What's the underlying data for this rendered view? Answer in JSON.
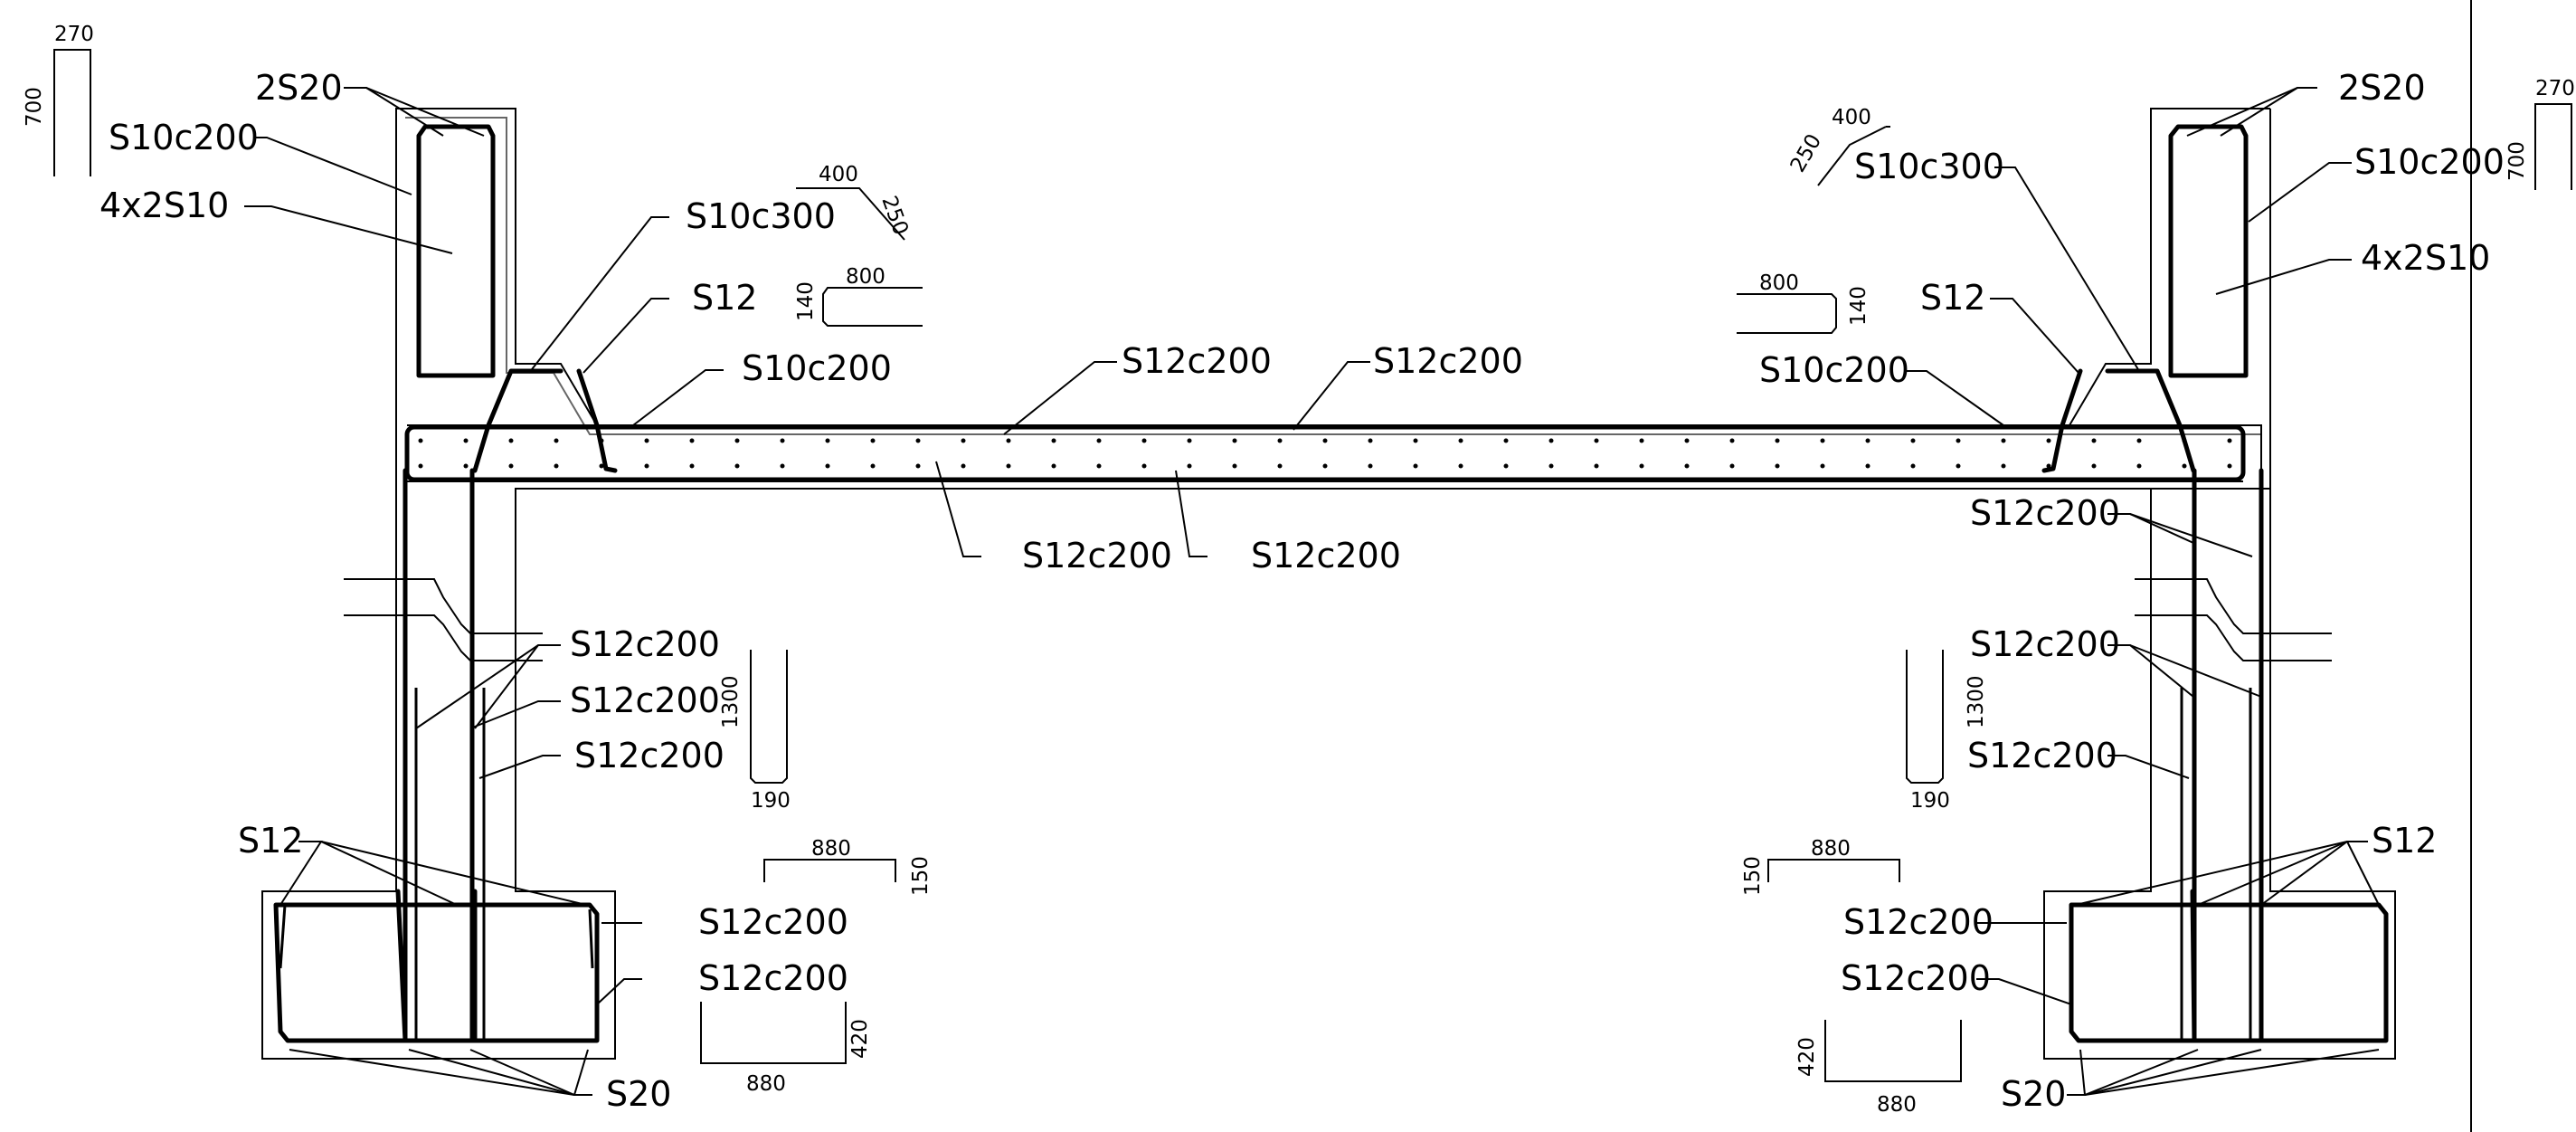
{
  "labels": {
    "l_2s20": "2S20",
    "l_s10c200_top": "S10c200",
    "l_4x2s10": "4x2S10",
    "l_s10c300": "S10c300",
    "l_s12": "S12",
    "l_s10c200_slab": "S10c200",
    "l_slab_top1": "S12c200",
    "l_slab_top2": "S12c200",
    "l_slab_bot1": "S12c200",
    "l_slab_bot2": "S12c200",
    "l_wall1": "S12c200",
    "l_wall2": "S12c200",
    "l_wall3": "S12c200",
    "l_foot_s12": "S12",
    "l_foot1": "S12c200",
    "l_foot2": "S12c200",
    "l_s20": "S20",
    "r_2s20": "2S20",
    "r_s10c200_top": "S10c200",
    "r_4x2s10": "4x2S10",
    "r_s10c300": "S10c300",
    "r_s12": "S12",
    "r_s10c200_slab": "S10c200",
    "r_wall_top": "S12c200",
    "r_wall1": "S12c200",
    "r_wall2": "S12c200",
    "r_foot_s12": "S12",
    "r_foot1": "S12c200",
    "r_foot2": "S12c200",
    "r_s20": "S20"
  },
  "dims": {
    "l_stir_w": "270",
    "l_stir_h": "700",
    "l_bend_a": "400",
    "l_bend_b": "250",
    "l_hook_a": "800",
    "l_hook_b": "140",
    "l_u_h": "1300",
    "l_u_w": "190",
    "l_foot_top_a": "880",
    "l_foot_top_b": "150",
    "l_foot_bot_a": "880",
    "l_foot_bot_b": "420",
    "r_stir_w": "270",
    "r_stir_h": "700",
    "r_bend_a": "400",
    "r_bend_b": "250",
    "r_hook_a": "800",
    "r_hook_b": "140",
    "r_u_h": "1300",
    "r_u_w": "190",
    "r_foot_top_a": "880",
    "r_foot_top_b": "150",
    "r_foot_bot_a": "880",
    "r_foot_bot_b": "420"
  }
}
